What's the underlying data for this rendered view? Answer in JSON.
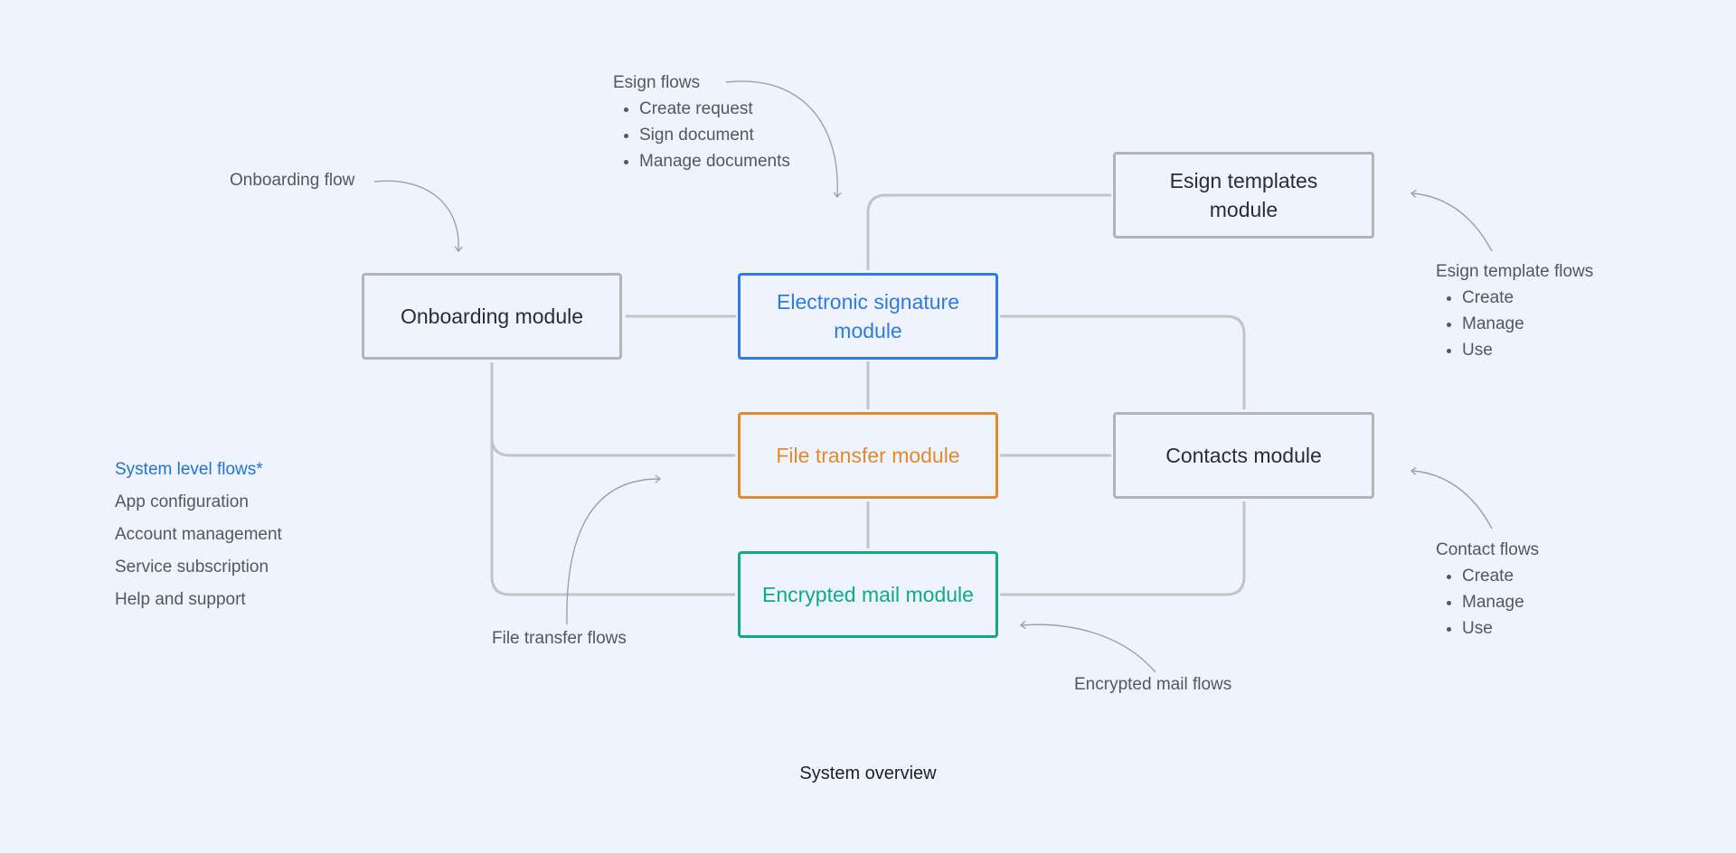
{
  "modules": {
    "onboarding": "Onboarding module",
    "esign_l1": "Electronic signature",
    "esign_l2": "module",
    "templates_l1": "Esign templates",
    "templates_l2": "module",
    "file_transfer": "File transfer module",
    "contacts": "Contacts module",
    "encrypted_mail": "Encrypted mail module"
  },
  "notes": {
    "esign_flows": {
      "title": "Esign flows",
      "items": [
        "Create request",
        "Sign document",
        "Manage documents"
      ]
    },
    "onboarding_flow": {
      "title": "Onboarding flow"
    },
    "template_flows": {
      "title": "Esign template flows",
      "items": [
        "Create",
        "Manage",
        "Use"
      ]
    },
    "contact_flows": {
      "title": "Contact flows",
      "items": [
        "Create",
        "Manage",
        "Use"
      ]
    },
    "file_transfer_flows": {
      "title": "File transfer flows"
    },
    "encrypted_mail_flows": {
      "title": "Encrypted mail flows"
    }
  },
  "system_flows": {
    "title": "System level flows*",
    "items": [
      "App configuration",
      "Account management",
      "Service subscription",
      "Help and support"
    ]
  },
  "caption": "System overview",
  "colors": {
    "background": "#eef3fe",
    "connector": "#c2c4c8",
    "arrow": "#9da0a8",
    "esign": "#2f7ae5",
    "file_transfer": "#e28a2e",
    "encrypted_mail": "#10a98c",
    "system_title": "#1f74cf",
    "module_border": "#b2b4b8"
  }
}
